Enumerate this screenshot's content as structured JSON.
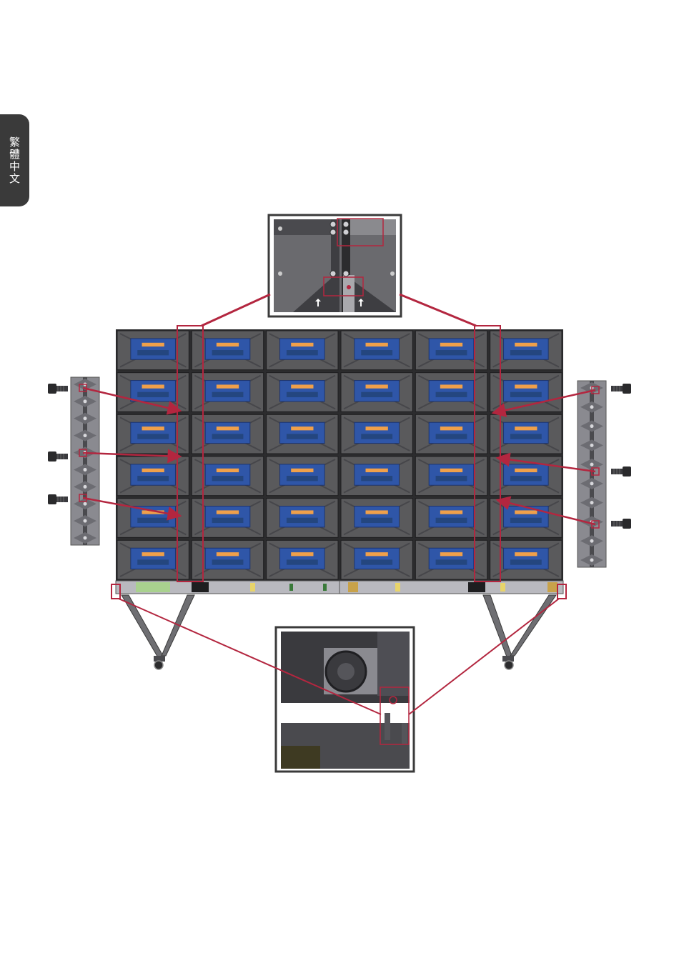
{
  "language_tab": {
    "label": "繁體中文"
  },
  "colors": {
    "callout": "#b3263f",
    "panel_blue": "#2f56a8",
    "panel_orange": "#f0a04a",
    "cabinet_grey": "#5a5a5c",
    "frame_dark": "#2c2c2e",
    "bar_grey": "#b9b9bf",
    "bar_green": "#a9d18e",
    "bar_gold": "#c8a24a"
  },
  "diagram": {
    "cabinet_columns": 6,
    "cabinet_rows": 6,
    "left_screws": 3,
    "right_screws": 3,
    "icons": [
      "screw-icon",
      "caster-wheel-icon",
      "arrow-icon"
    ]
  }
}
